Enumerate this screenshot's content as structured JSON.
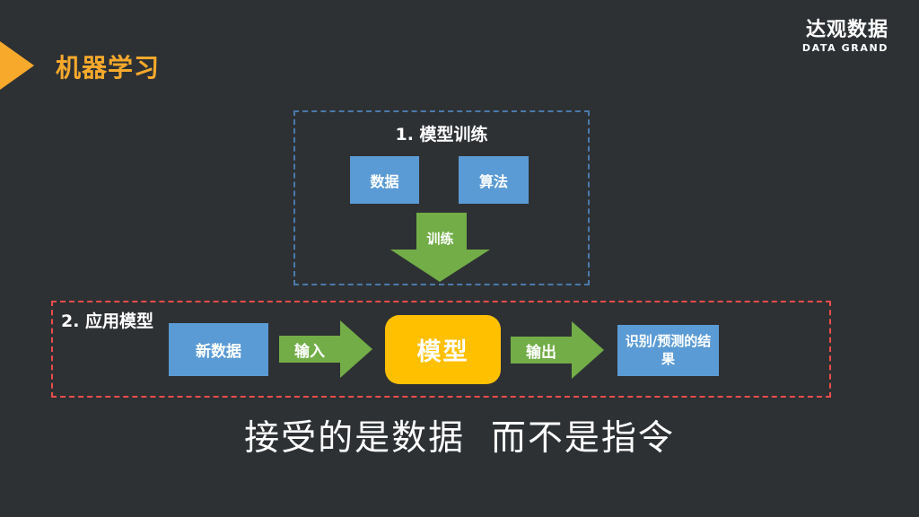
{
  "header": {
    "title": "机器学习",
    "logo_cn": "达观数据",
    "logo_en": "DATA GRAND"
  },
  "training_section": {
    "title": "1. 模型训练",
    "data_label": "数据",
    "algorithm_label": "算法",
    "train_arrow_label": "训练"
  },
  "apply_section": {
    "title": "2. 应用模型",
    "new_data_label": "新数据",
    "input_arrow_label": "输入",
    "model_label": "模型",
    "output_arrow_label": "输出",
    "result_label": "识别/预测的结果"
  },
  "caption": "接受的是数据  而不是指令",
  "colors": {
    "background": "#2e3134",
    "accent_orange": "#f7a92c",
    "box_blue": "#5b9bd5",
    "arrow_green": "#72ad47",
    "model_yellow": "#ffc000",
    "dashed_border_blue": "#4a7aab",
    "dashed_border_red": "#ed4c4c",
    "text_white": "#ffffff"
  }
}
